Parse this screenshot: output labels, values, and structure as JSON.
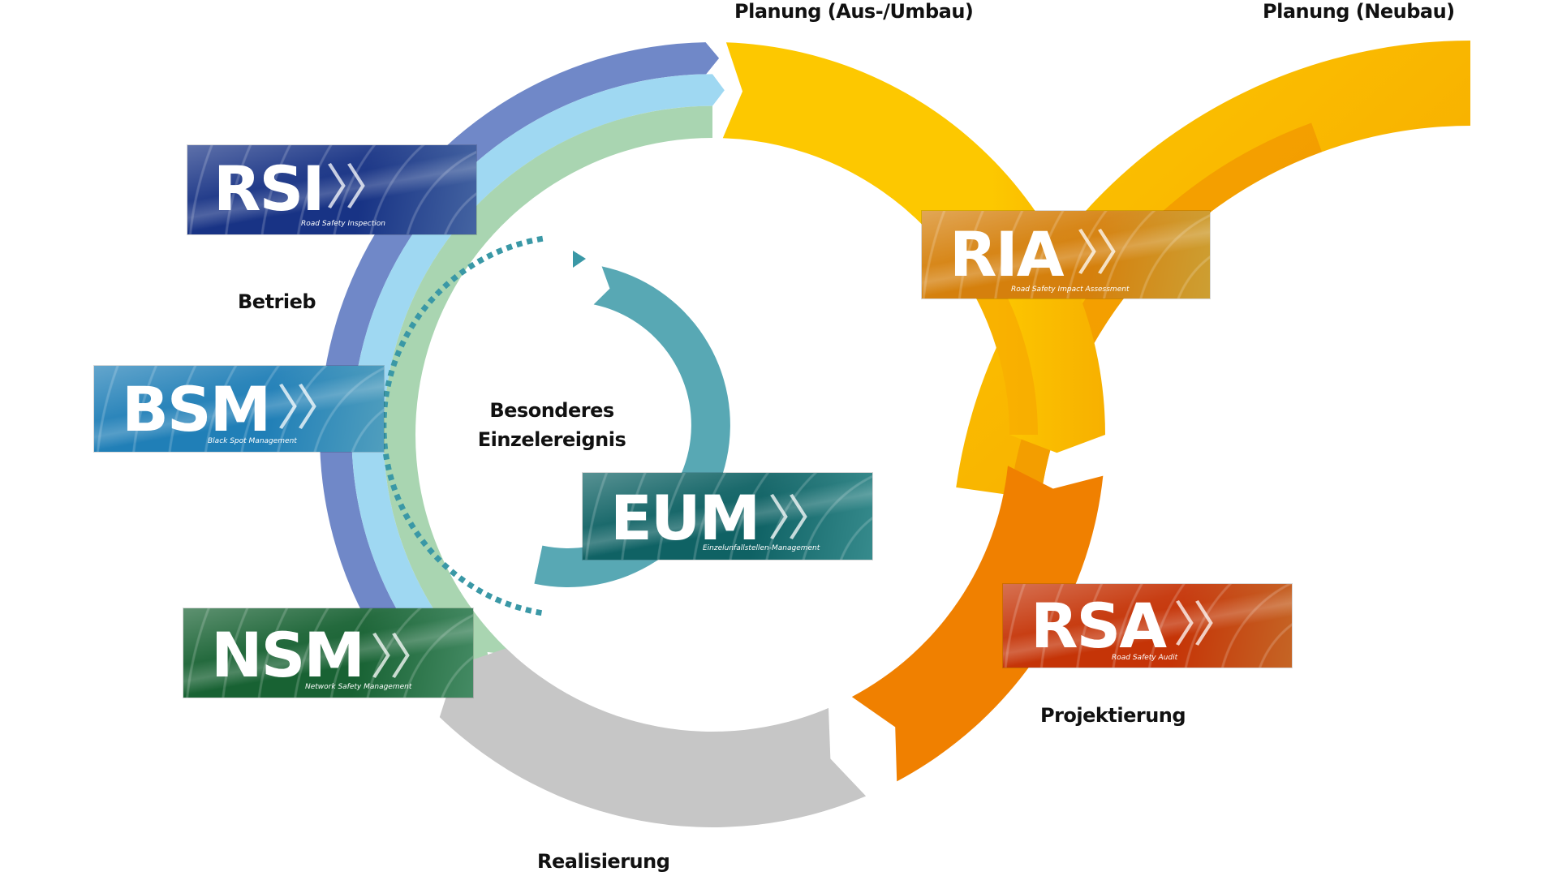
{
  "phases": {
    "planung_umbau": "Planung (Aus-/Umbau)",
    "planung_neubau": "Planung (Neubau)",
    "projektierung": "Projektierung",
    "realisierung": "Realisierung",
    "betrieb": "Betrieb"
  },
  "center": {
    "line1": "Besonderes",
    "line2": "Einzelereignis"
  },
  "modules": [
    {
      "id": "rsi",
      "abbr": "RSI",
      "chevron": "〉〉",
      "subtitle": "Road Safety Inspection",
      "color": "#4e72b8"
    },
    {
      "id": "bsm",
      "abbr": "BSM",
      "chevron": "〉〉",
      "subtitle": "Black Spot Management",
      "color": "#5bb4d8"
    },
    {
      "id": "nsm",
      "abbr": "NSM",
      "chevron": "〉〉",
      "subtitle": "Network Safety Management",
      "color": "#4e9e72"
    },
    {
      "id": "eum",
      "abbr": "EUM",
      "chevron": "〉〉",
      "subtitle": "Einzelunfallstellen-Management",
      "color": "#3e9ea0"
    },
    {
      "id": "ria",
      "abbr": "RIA",
      "chevron": "〉〉",
      "subtitle": "Road Safety Impact Assessment",
      "color": "#e9b53a"
    },
    {
      "id": "rsa",
      "abbr": "RSA",
      "chevron": "〉〉",
      "subtitle": "Road Safety Audit",
      "color": "#e0732a"
    }
  ],
  "colors": {
    "operation_blue": "#7088c8",
    "operation_lightblue": "#9fd8f2",
    "operation_green": "#a9d5b1",
    "planning_yellow": "#fdc800",
    "planning_yellow_dark": "#f4a500",
    "projecting_orange": "#f08000",
    "realisation_gray": "#c6c6c6",
    "event_teal": "#58a8b4",
    "event_dots": "#3a98a6"
  }
}
